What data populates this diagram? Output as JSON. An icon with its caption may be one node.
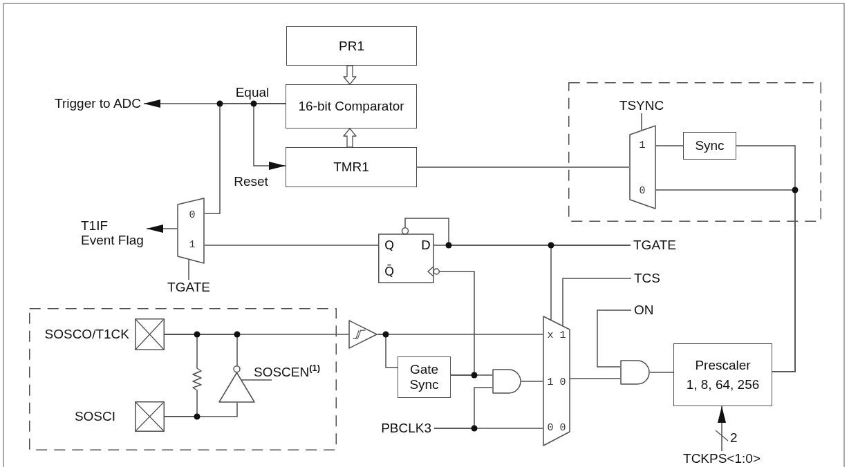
{
  "diagram": {
    "nodes": [
      {
        "text": [
          "PR1"
        ]
      },
      {
        "text": [
          "16-bit Comparator"
        ]
      },
      {
        "text": [
          "TMR1"
        ]
      },
      {
        "text": [
          "Trigger to ADC"
        ]
      },
      {
        "text": [],
        "shape": "box"
      },
      {
        "text": [
          "1",
          "0"
        ],
        "in": 4
      },
      {
        "text": [
          "Sync"
        ],
        "in": 4
      },
      {
        "text": [
          "TSYNC"
        ],
        "in": 4
      },
      {
        "text": [
          "0",
          "1"
        ]
      },
      {
        "text": [
          "T1IF Event Flag"
        ]
      },
      {
        "text": [
          "TGATE"
        ]
      },
      {
        "text": [
          "Q",
          "D",
          "Q̄"
        ]
      },
      {
        "text": [
          "TGATE"
        ]
      },
      {
        "text": [],
        "shape": "triangle"
      },
      {
        "text": [],
        "shape": "box"
      },
      {
        "text": [],
        "shape": "box",
        "beside": [
          "SOSCO/T1CK"
        ],
        "in": 14
      },
      {
        "text": [],
        "shape": "box",
        "beside": [
          "SOSCI"
        ],
        "in": 14
      },
      {
        "text": [],
        "shape": "resistor",
        "in": 14
      },
      {
        "text": [],
        "shape": "triangle",
        "in": 14
      },
      {
        "text": [
          "SOSCEN$^{(1)}$"
        ],
        "in": 14
      },
      {
        "text": [
          "Gate Sync"
        ]
      },
      {
        "text": [],
        "shape": "gate"
      },
      {
        "text": [
          "PBCLK3"
        ]
      },
      {
        "text": [
          "x 1",
          "1 0",
          "0 0"
        ]
      },
      {
        "text": [
          "TCS"
        ]
      },
      {
        "text": [
          "ON"
        ]
      },
      {
        "text": [],
        "shape": "gate"
      },
      {
        "text": [
          "Prescaler",
          "1, 8, 64, 256"
        ]
      },
      {
        "text": [
          "TCKPS<1:0>"
        ]
      }
    ],
    "edges": [
      {
        "from": 0,
        "to": 1,
        "arrow": "to",
        "style": "thick"
      },
      {
        "from": 2,
        "to": 1,
        "arrow": "to",
        "style": "thick"
      },
      {
        "from": 1,
        "to": 3,
        "arrow": "to",
        "label": "Equal"
      },
      {
        "from": 1,
        "to": 2,
        "arrow": "to",
        "label": "Reset"
      },
      {
        "from": 1,
        "to": 8,
        "arrow": "none"
      },
      {
        "from": 8,
        "to": 9,
        "arrow": "to"
      },
      {
        "from": 10,
        "to": 8,
        "arrow": "none"
      },
      {
        "from": 11,
        "to": 8,
        "arrow": "none"
      },
      {
        "from": 5,
        "to": 2,
        "arrow": "none"
      },
      {
        "from": 7,
        "to": 5,
        "arrow": "none"
      },
      {
        "from": 6,
        "to": 5,
        "arrow": "none"
      },
      {
        "from": 27,
        "to": 6,
        "arrow": "none"
      },
      {
        "from": 27,
        "to": 5,
        "arrow": "none"
      },
      {
        "from": 12,
        "to": 11,
        "arrow": "none"
      },
      {
        "from": 12,
        "to": 11,
        "arrow": "none"
      },
      {
        "from": 12,
        "to": 23,
        "arrow": "none"
      },
      {
        "from": 15,
        "to": 17,
        "arrow": "none"
      },
      {
        "from": 17,
        "to": 16,
        "arrow": "none"
      },
      {
        "from": 16,
        "to": 18,
        "arrow": "none"
      },
      {
        "from": 18,
        "to": 15,
        "arrow": "none"
      },
      {
        "from": 19,
        "to": 18,
        "arrow": "none"
      },
      {
        "from": 15,
        "to": 13,
        "arrow": "none"
      },
      {
        "from": 13,
        "to": 23,
        "arrow": "none"
      },
      {
        "from": 13,
        "to": 20,
        "arrow": "none"
      },
      {
        "from": 20,
        "to": 21,
        "arrow": "none"
      },
      {
        "from": 20,
        "to": 11,
        "arrow": "none"
      },
      {
        "from": 22,
        "to": 23,
        "arrow": "none"
      },
      {
        "from": 22,
        "to": 21,
        "arrow": "none"
      },
      {
        "from": 21,
        "to": 23,
        "arrow": "none"
      },
      {
        "from": 24,
        "to": 23,
        "arrow": "none"
      },
      {
        "from": 23,
        "to": 26,
        "arrow": "none"
      },
      {
        "from": 25,
        "to": 26,
        "arrow": "none"
      },
      {
        "from": 26,
        "to": 27,
        "arrow": "none"
      },
      {
        "from": 28,
        "to": 27,
        "arrow": "to",
        "label": "2"
      }
    ]
  }
}
